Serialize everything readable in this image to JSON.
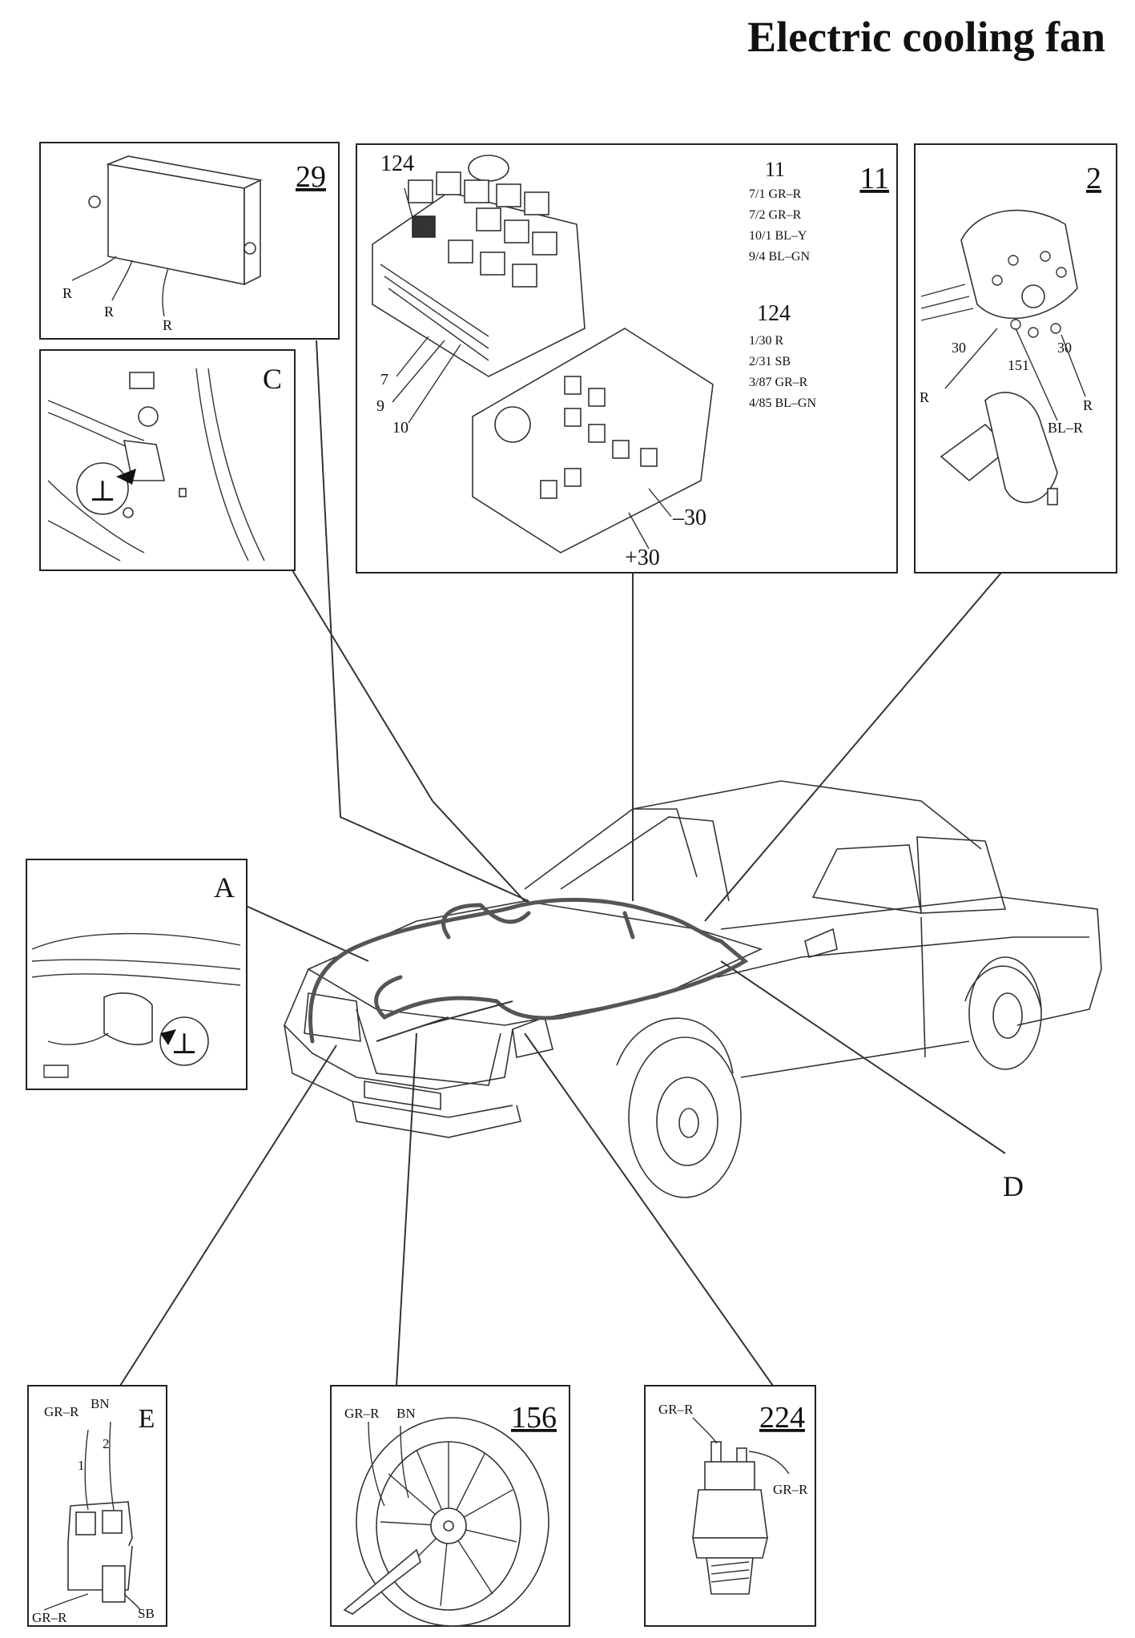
{
  "title": "Electric cooling fan",
  "panels": {
    "p29": {
      "label": "29",
      "wires": [
        "R",
        "R",
        "R"
      ]
    },
    "p11": {
      "label": "11",
      "callout": "124",
      "pins": [
        "7",
        "9",
        "10"
      ],
      "group11": {
        "heading": "11",
        "lines": [
          "7/1 GR–R",
          "7/2 GR–R",
          "10/1 BL–Y",
          "9/4 BL–GN"
        ]
      },
      "group124": {
        "heading": "124",
        "lines": [
          "1/30 R",
          "2/31 SB",
          "3/87 GR–R",
          "4/85 BL–GN"
        ]
      },
      "minus30": "–30",
      "plus30": "+30"
    },
    "p2": {
      "label": "2",
      "pin_left": "30",
      "pin_mid": "151",
      "pin_right": "30",
      "wire_left": "R",
      "wire_right": "R",
      "wire_mid": "BL–R"
    },
    "pC": {
      "label": "C",
      "ground": "⊥"
    },
    "pA": {
      "label": "A",
      "ground": "⊥"
    },
    "pD": {
      "label": "D"
    },
    "pE": {
      "label": "E",
      "wire_top_left": "GR–R",
      "wire_top_right": "BN",
      "pin1": "1",
      "pin2": "2",
      "wire_bottom_left": "GR–R",
      "wire_bottom_right": "SB"
    },
    "p156": {
      "label": "156",
      "wire_left": "GR–R",
      "wire_right": "BN"
    },
    "p224": {
      "label": "224",
      "wire_top": "GR–R",
      "wire_right": "GR–R"
    }
  }
}
